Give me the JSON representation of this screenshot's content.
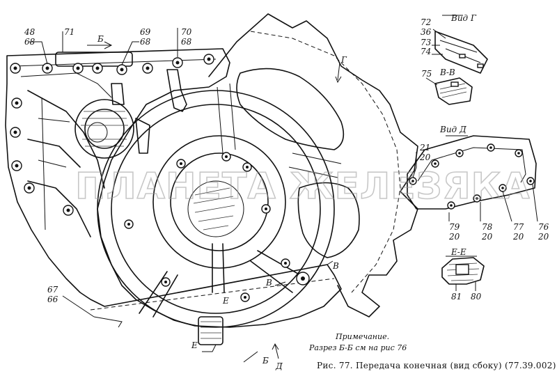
{
  "labels": {
    "l48_68": [
      "48",
      "68"
    ],
    "l71": "71",
    "lB_top": "Б",
    "l69_68": [
      "69",
      "68"
    ],
    "l70_68": [
      "70",
      "68"
    ],
    "lG_arrow": "Г",
    "vid_g": "Вид Г",
    "l72_36": [
      "72",
      "36"
    ],
    "l73": "73",
    "l74": "74",
    "l75": "75",
    "lBB": "В-В",
    "vid_d": "Вид Д",
    "l21_20": [
      "21",
      "20"
    ],
    "l79_20": [
      "79",
      "20"
    ],
    "l78_20": [
      "78",
      "20"
    ],
    "l77_20": [
      "77",
      "20"
    ],
    "l76_20": [
      "76",
      "20"
    ],
    "lEE": "Е-Е",
    "l81": "81",
    "l80": "80",
    "lB_mid": "В",
    "lE_mid": "Е",
    "l67_66": [
      "67",
      "66"
    ],
    "lE_bot": "Е",
    "lB_bot": "Б",
    "lD_bot": "Д",
    "lB_right": "В"
  },
  "note": {
    "title": "Примечание.",
    "text": "Разрез Б-Б см на рис 76"
  },
  "caption": "Рис. 77. Передача конечная (вид сбоку) (77.39.002)",
  "watermark": "ПЛАНЕТА ЖЕЛЕЗЯКА"
}
